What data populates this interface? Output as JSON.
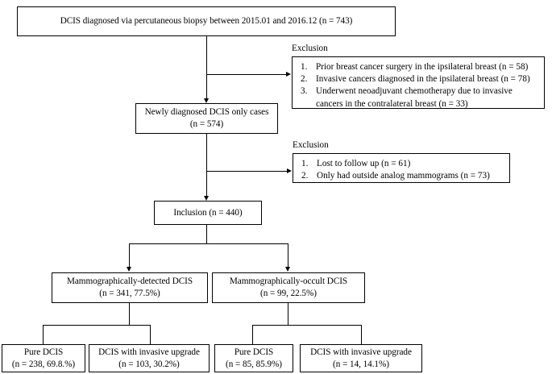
{
  "diagram": {
    "title_box": {
      "lines": [
        "DCIS diagnosed via percutaneous biopsy between 2015.01 and 2016.12 (n = 743)"
      ]
    },
    "newly_diagnosed_box": {
      "line1": "Newly diagnosed DCIS only cases",
      "line2": "(n = 574)"
    },
    "inclusion_box": {
      "line1": "Inclusion (n = 440)"
    },
    "exclusion_1": {
      "caption": "Exclusion",
      "items": [
        "Prior breast cancer surgery in the ipsilateral breast (n = 58)",
        "Invasive cancers diagnosed in the ipsilateral breast (n = 78)",
        "Underwent neoadjuvant chemotherapy due to invasive cancers in the contralateral breast (n = 33)"
      ]
    },
    "exclusion_2": {
      "caption": "Exclusion",
      "items": [
        "Lost to follow up (n = 61)",
        "Only had outside analog mammograms (n = 73)"
      ]
    },
    "group_detected": {
      "line1": "Mammographically-detected DCIS",
      "line2": "(n = 341, 77.5%)"
    },
    "group_occult": {
      "line1": "Mammographically-occult DCIS",
      "line2": "(n = 99, 22.5%)"
    },
    "outcomes": [
      {
        "line1": "Pure DCIS",
        "line2": "(n = 238, 69.8.%)"
      },
      {
        "line1": "DCIS with invasive upgrade",
        "line2": "(n = 103, 30.2%)"
      },
      {
        "line1": "Pure DCIS",
        "line2": "(n = 85, 85.9%)"
      },
      {
        "line1": "DCIS with invasive upgrade",
        "line2": "(n = 14, 14.1%)"
      }
    ]
  }
}
